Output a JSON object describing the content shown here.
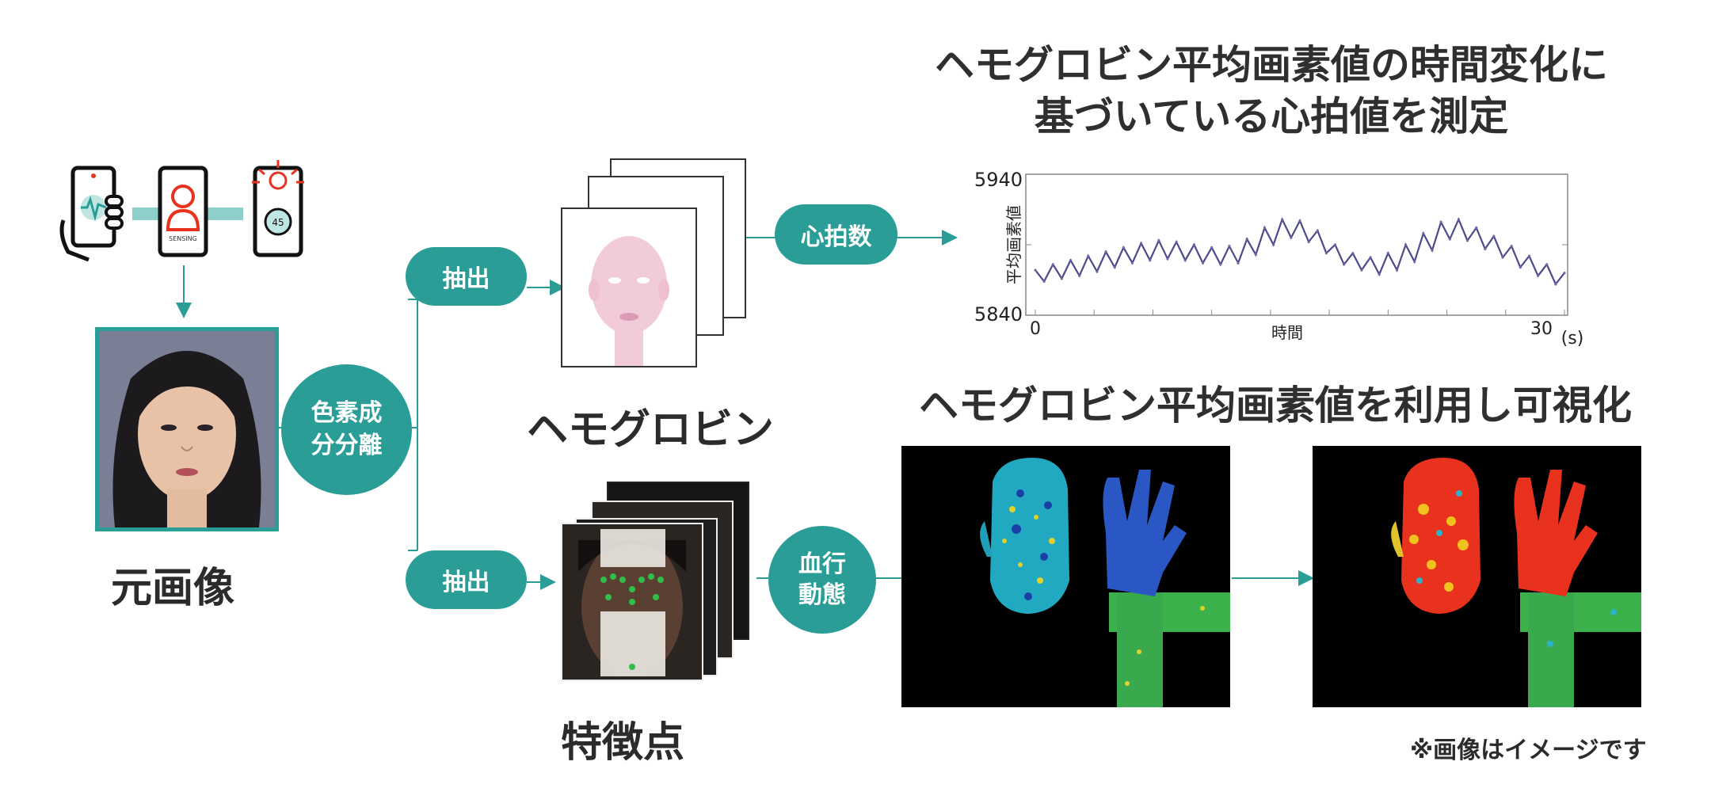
{
  "icons": [
    "phone-heartbeat-icon",
    "phone-sensing-icon",
    "phone-timer-icon"
  ],
  "icon_texts": {
    "sensing": "SENSING",
    "timer": "45"
  },
  "labels": {
    "original_image": "元画像",
    "hemoglobin": "ヘモグロビン",
    "feature_points": "特徴点"
  },
  "nodes": {
    "color_separation": "色素成\n分分離",
    "extract_top": "抽出",
    "extract_bottom": "抽出",
    "heart_rate": "心拍数",
    "blood_flow": "血行\n動態"
  },
  "titles": {
    "chart_title": "ヘモグロビン平均画素値の時間変化に\n基づいている心拍値を測定",
    "visual_title": "ヘモグロビン平均画素値を利用し可視化"
  },
  "note": "※画像はイメージです",
  "colors": {
    "teal": "#2a9d96",
    "line": "#4d4a8c",
    "heat_red": "#e8321e",
    "heat_blue": "#2a57c4"
  },
  "chart_data": {
    "type": "line",
    "title": "",
    "xlabel": "時間",
    "ylabel": "平均画素値",
    "xlim": [
      0,
      30
    ],
    "ylim": [
      5840,
      5940
    ],
    "x_tick_labels": [
      "0",
      "30"
    ],
    "x_unit": "(s)",
    "y_tick_labels": [
      "5940",
      "5840"
    ],
    "series": [
      {
        "x": [
          0,
          0.5,
          1,
          1.5,
          2,
          2.5,
          3,
          3.5,
          4,
          4.5,
          5,
          5.5,
          6,
          6.5,
          7,
          7.5,
          8,
          8.5,
          9,
          9.5,
          10,
          10.5,
          11,
          11.5,
          12,
          12.5,
          13,
          13.5,
          14,
          14.5,
          15,
          15.5,
          16,
          16.5,
          17,
          17.5,
          18,
          18.5,
          19,
          19.5,
          20,
          20.5,
          21,
          21.5,
          22,
          22.5,
          23,
          23.5,
          24,
          24.5,
          25,
          25.5,
          26,
          26.5,
          27,
          27.5,
          28,
          28.5,
          29,
          29.5,
          30
        ],
        "values": [
          5872,
          5864,
          5876,
          5866,
          5879,
          5868,
          5882,
          5871,
          5885,
          5874,
          5888,
          5877,
          5891,
          5879,
          5893,
          5880,
          5892,
          5879,
          5890,
          5877,
          5888,
          5876,
          5889,
          5877,
          5894,
          5883,
          5902,
          5890,
          5908,
          5895,
          5907,
          5892,
          5900,
          5884,
          5890,
          5876,
          5884,
          5872,
          5881,
          5869,
          5884,
          5872,
          5890,
          5878,
          5898,
          5886,
          5906,
          5894,
          5908,
          5893,
          5902,
          5887,
          5896,
          5881,
          5889,
          5874,
          5882,
          5868,
          5876,
          5862,
          5870
        ]
      }
    ]
  }
}
